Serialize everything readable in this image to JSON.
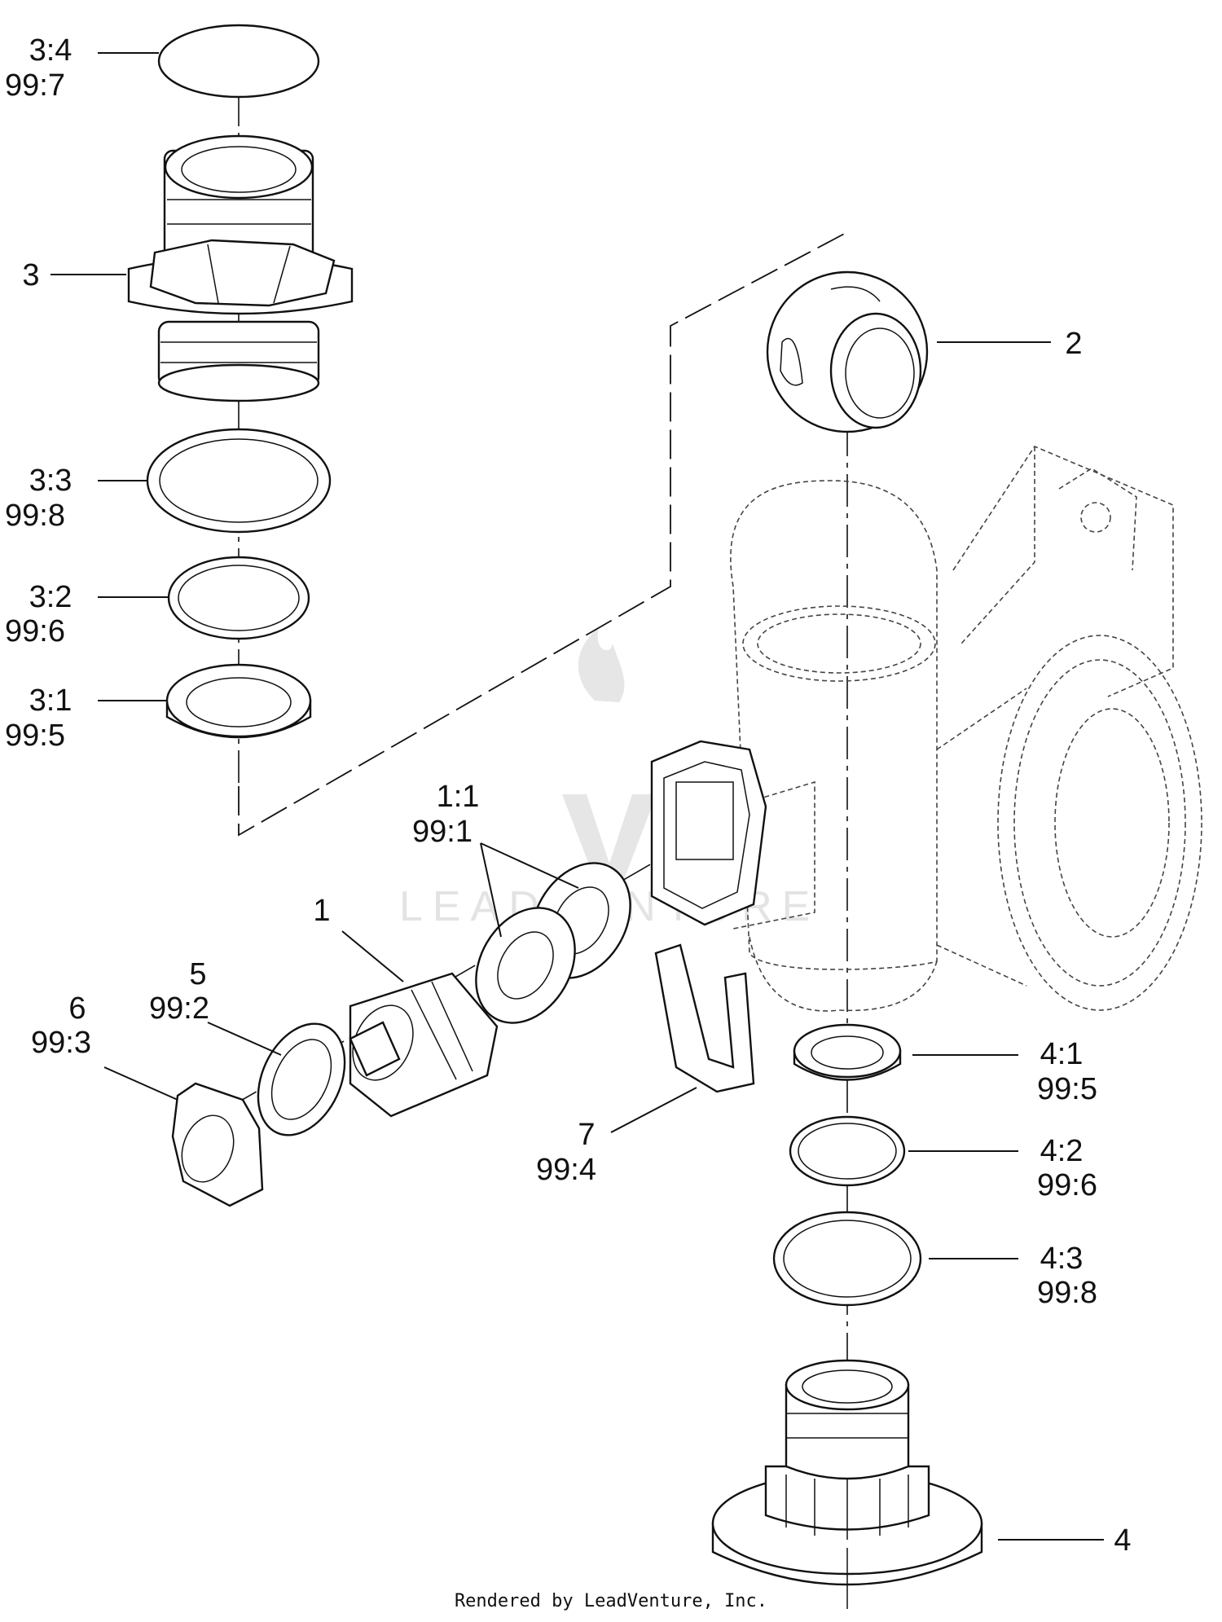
{
  "watermark": {
    "text": "LEADVENTURE"
  },
  "footer": "Rendered by LeadVenture, Inc.",
  "callouts": {
    "p3_4": [
      "3:4",
      "99:7"
    ],
    "p3": [
      "3"
    ],
    "p3_3": [
      "3:3",
      "99:8"
    ],
    "p3_2": [
      "3:2",
      "99:6"
    ],
    "p3_1": [
      "3:1",
      "99:5"
    ],
    "p2": [
      "2"
    ],
    "p1_1": [
      "1:1",
      "99:1"
    ],
    "p1": [
      "1"
    ],
    "p5": [
      "5",
      "99:2"
    ],
    "p6": [
      "6",
      "99:3"
    ],
    "p7": [
      "7",
      "99:4"
    ],
    "p4_1": [
      "4:1",
      "99:5"
    ],
    "p4_2": [
      "4:2",
      "99:6"
    ],
    "p4_3": [
      "4:3",
      "99:8"
    ],
    "p4": [
      "4"
    ]
  }
}
